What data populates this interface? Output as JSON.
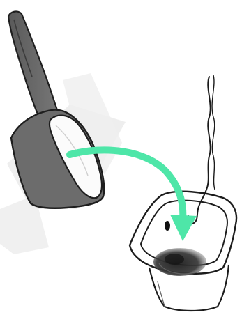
{
  "illustration": {
    "subjects": [
      "measuring-scoop",
      "transfer-arrow",
      "yogurt-cup",
      "wick"
    ],
    "colors": {
      "scoop_fill": "#6f6f6f",
      "scoop_outline": "#222222",
      "scoop_inner_lip": "#fafafa",
      "arrow": "#4ee6a8",
      "cup_outline": "#1e1e1e",
      "cup_contents": "#2c2c2c",
      "background_panels": "#e9e9e9"
    }
  }
}
